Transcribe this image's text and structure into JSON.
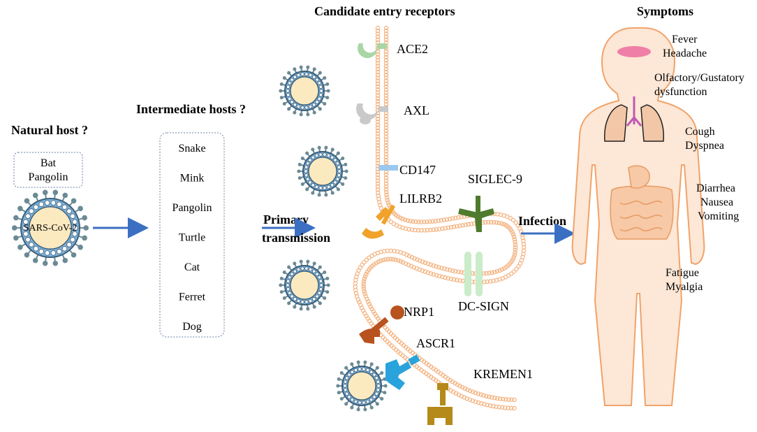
{
  "natural_host": {
    "title": "Natural host ?",
    "hosts": [
      "Bat",
      "Pangolin"
    ],
    "virus_label": "SARS-CoV-2"
  },
  "intermediate_hosts": {
    "title": "Intermediate hosts ?",
    "items": [
      "Snake",
      "Mink",
      "Pangolin",
      "Turtle",
      "Cat",
      "Ferret",
      "Dog"
    ]
  },
  "transmission": {
    "primary_line1": "Primary",
    "primary_line2": "transmission",
    "infection": "Infection"
  },
  "receptors": {
    "title": "Candidate entry receptors",
    "items": [
      "ACE2",
      "AXL",
      "CD147",
      "LILRB2",
      "SIGLEC-9",
      "DC-SIGN",
      "NRP1",
      "ASCR1",
      "KREMEN1"
    ]
  },
  "symptoms": {
    "title": "Symptoms",
    "groups": [
      [
        "Fever",
        "Headache"
      ],
      [
        "Olfactory/Gustatory",
        "dysfunction"
      ],
      [
        "Cough",
        "Dyspnea"
      ],
      [
        "Diarrhea",
        "Nausea",
        "Vomiting"
      ],
      [
        "Fatigue",
        "Myalgia"
      ]
    ]
  },
  "colors": {
    "arrow": "#3b6fc2",
    "membrane": "#f3b27f",
    "body_fill": "#fde7d6",
    "body_stroke": "#f0a36a",
    "virus_core": "#fbe9c0",
    "virus_ring": "#7fb1d8",
    "virus_spike": "#6b8a94",
    "fever_patch": "#ef7fa6",
    "ace2": "#a8d6a5",
    "axl": "#c9c9c9",
    "cd147": "#9cc8ee",
    "lilrb2": "#f0a22a",
    "siglec9": "#4f7b2e",
    "dcsign": "#c9ecc9",
    "nrp1": "#b8521e",
    "ascr1": "#29a3dc",
    "kremen1": "#b58a1b"
  }
}
